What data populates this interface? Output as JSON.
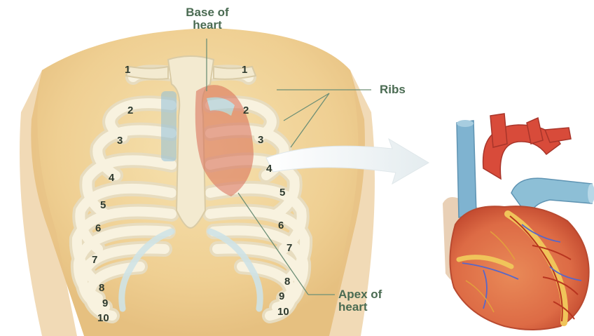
{
  "labels": {
    "base_of_heart_line1": "Base of",
    "base_of_heart_line2": "heart",
    "ribs": "Ribs",
    "apex_line1": "Apex of",
    "apex_line2": "heart"
  },
  "rib_numbers": {
    "left": [
      "1",
      "2",
      "3",
      "4",
      "5",
      "6",
      "7",
      "8",
      "9",
      "10"
    ],
    "right": [
      "1",
      "2",
      "3",
      "4",
      "5",
      "6",
      "7",
      "8",
      "9",
      "10"
    ]
  },
  "colors": {
    "label_text": "#4a6b52",
    "skin": "#f2d9a0",
    "rib": "#f6efd8",
    "cartilage": "#cfe3e6",
    "heart_red": "#d8553e",
    "vessel_blue": "#7fb3d0",
    "leader_line": "#6d8f76"
  }
}
